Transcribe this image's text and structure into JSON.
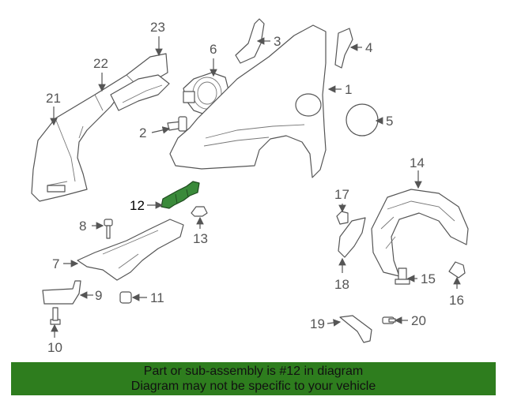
{
  "diagram": {
    "callouts": {
      "c1": "1",
      "c2": "2",
      "c3": "3",
      "c4": "4",
      "c5": "5",
      "c6": "6",
      "c7": "7",
      "c8": "8",
      "c9": "9",
      "c10": "10",
      "c11": "11",
      "c12": "12",
      "c13": "13",
      "c14": "14",
      "c15": "15",
      "c16": "16",
      "c17": "17",
      "c18": "18",
      "c19": "19",
      "c20": "20",
      "c21": "21",
      "c22": "22",
      "c23": "23"
    },
    "highlighted_part": "12",
    "highlight_color": "#3a8a3a"
  },
  "banner": {
    "line1": "Part or sub-assembly is #12 in diagram",
    "line2": "Diagram may not be specific to your vehicle",
    "background": "#2e7d1e"
  }
}
